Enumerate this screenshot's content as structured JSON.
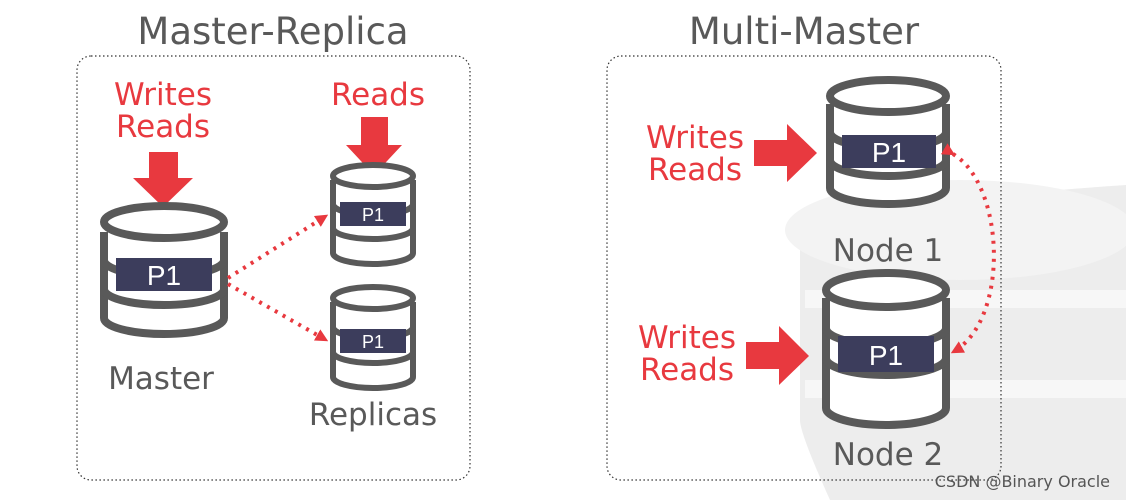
{
  "master_replica": {
    "title": "Master-Replica",
    "writes_label": "Writes",
    "reads_label": "Reads",
    "replica_reads_label": "Reads",
    "master_partition": "P1",
    "replica1_partition": "P1",
    "replica2_partition": "P1",
    "master_label": "Master",
    "replicas_label": "Replicas"
  },
  "multi_master": {
    "title": "Multi-Master",
    "node1_writes_label": "Writes",
    "node1_reads_label": "Reads",
    "node1_partition": "P1",
    "node1_label": "Node 1",
    "node2_writes_label": "Writes",
    "node2_reads_label": "Reads",
    "node2_partition": "P1",
    "node2_label": "Node 2"
  },
  "watermark": "CSDN @Binary Oracle",
  "colors": {
    "accent_red": "#e8393f",
    "db_stroke": "#595959",
    "partition_box": "#3c3d5c",
    "background_db": "#ececec"
  }
}
